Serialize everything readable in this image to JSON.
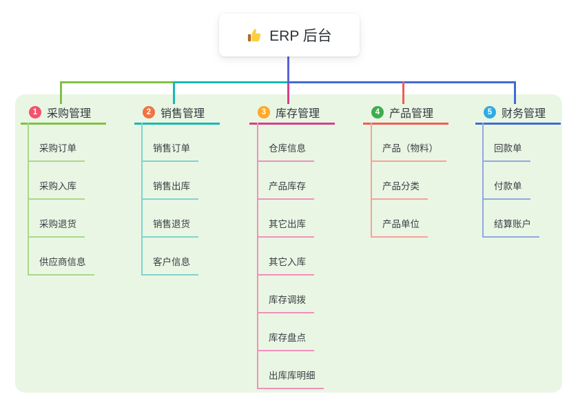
{
  "root": {
    "label": "ERP 后台",
    "icon": "thumbs-up-icon"
  },
  "canvas": {
    "background_color": "#ffffff",
    "panel_color": "#e9f6e4",
    "root_line_color": "#5a62d6"
  },
  "branches": [
    {
      "num": "1",
      "label": "采购管理",
      "badge_color": "#f4516c",
      "line_color": "#82c043",
      "child_line_color": "#abd789",
      "children": [
        "采购订单",
        "采购入库",
        "采购退货",
        "供应商信息"
      ]
    },
    {
      "num": "2",
      "label": "销售管理",
      "badge_color": "#f17344",
      "line_color": "#17b9b1",
      "child_line_color": "#7fd3cc",
      "children": [
        "销售订单",
        "销售出库",
        "销售退货",
        "客户信息"
      ]
    },
    {
      "num": "3",
      "label": "库存管理",
      "badge_color": "#ffa928",
      "line_color": "#d63e8b",
      "child_line_color": "#f18fbb",
      "children": [
        "仓库信息",
        "产品库存",
        "其它出库",
        "其它入库",
        "库存调拨",
        "库存盘点",
        "出库库明细"
      ]
    },
    {
      "num": "4",
      "label": "产品管理",
      "badge_color": "#3ead4d",
      "line_color": "#f15b55",
      "child_line_color": "#f8a09a",
      "children": [
        "产品（物料）",
        "产品分类",
        "产品单位"
      ]
    },
    {
      "num": "5",
      "label": "财务管理",
      "badge_color": "#30abe2",
      "line_color": "#4169d1",
      "child_line_color": "#93a7e0",
      "children": [
        "回款单",
        "付款单",
        "结算账户"
      ]
    }
  ]
}
